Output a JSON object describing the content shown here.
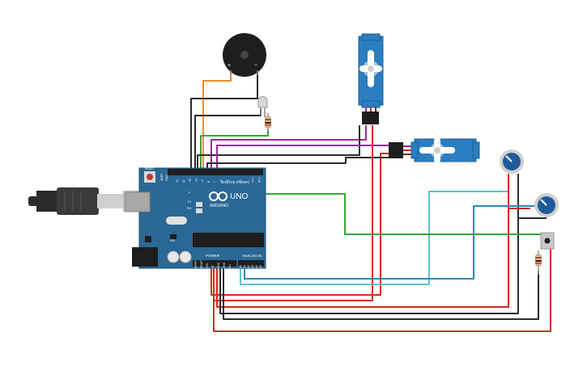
{
  "board": {
    "brand": "ARDUINO",
    "model": "UNO",
    "digital_label": "DIGITAL (PWM~)",
    "analog_label": "ANALOG IN",
    "power_label": "POWER",
    "reset_label": "RESET",
    "aref_label": "AREF",
    "gnd_label": "GND",
    "tx_label": "TX",
    "rx_label": "RX",
    "l_label": "L",
    "on_label": "ON",
    "power_pins": [
      "IOREF",
      "RESET",
      "3.3V",
      "5V",
      "GND",
      "GND",
      "Vin"
    ],
    "analog_pins": [
      "A0",
      "A1",
      "A2",
      "A3",
      "A4",
      "A5"
    ],
    "digital_pins": [
      "13",
      "12",
      "~11",
      "~10",
      "~9",
      "8",
      "7",
      "~6",
      "~5",
      "4",
      "~3",
      "2",
      "TX 1",
      "RX 0"
    ]
  },
  "buzzer": {
    "plus": "+",
    "minus": "−"
  },
  "colors": {
    "board": "#2a6896",
    "board_dark": "#1d4f74",
    "wire_red": "#d42a1e",
    "wire_black": "#2b2b2b",
    "wire_green": "#3aa43a",
    "wire_orange": "#f08c1e",
    "wire_purple": "#9a2a9a",
    "wire_cyan": "#5bc4c8",
    "wire_blue": "#2a8ab8",
    "servo": "#2a7ec0",
    "pot_knob": "#1f5a9a"
  },
  "icons": {
    "usb": "usb-plug-icon",
    "logo": "arduino-infinity-logo-icon"
  }
}
